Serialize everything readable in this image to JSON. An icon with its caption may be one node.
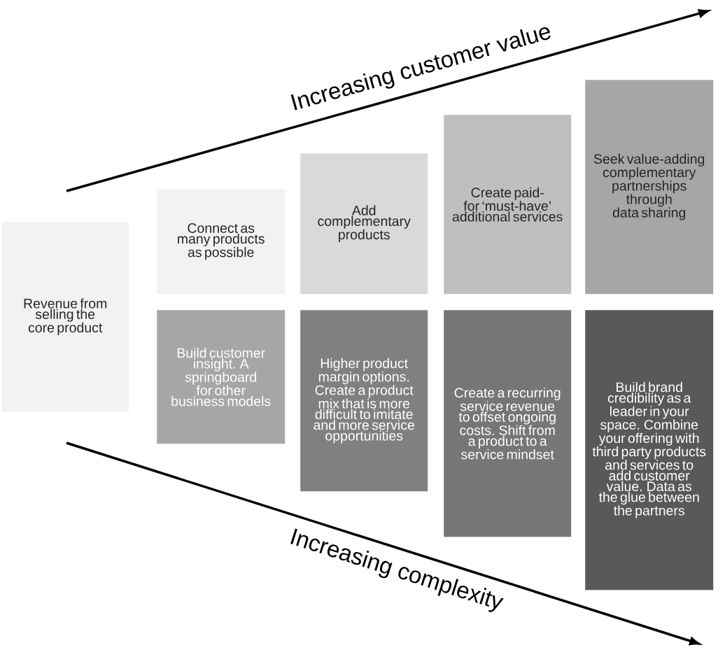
{
  "diagram": {
    "nodes": [
      {
        "text": [
          "Revenue from selling the core product"
        ]
      },
      {
        "text": [
          "Connect as many products as possible"
        ]
      },
      {
        "text": [
          "Add complementary products"
        ]
      },
      {
        "text": [
          "Create paid-for ‘must-have’ additional services"
        ]
      },
      {
        "text": [
          "Seek value-adding complementary partnerships through data sharing"
        ]
      },
      {
        "text": [
          "Build customer insight. A springboard for other business models"
        ]
      },
      {
        "text": [
          "Higher product margin options. Create a product mix that is more difficult  to imitate and more service opportunities"
        ]
      },
      {
        "text": [
          "Create a recurring service revenue to offset ongoing costs. Shift from a product to a service mindset"
        ]
      },
      {
        "text": [
          "Build brand credibility as a leader in your space. Combine your offering with third party products and services to add customer value. Data as the glue between the partners"
        ]
      }
    ],
    "edges": [],
    "labels": [
      "Increasing customer value",
      "Increasing complexity"
    ]
  }
}
